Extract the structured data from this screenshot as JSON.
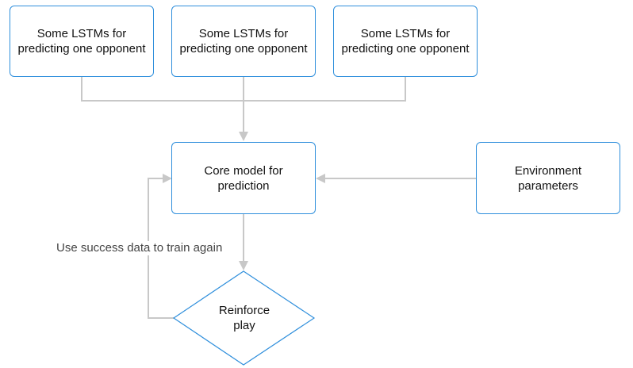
{
  "nodes": {
    "lstm_1": "Some LSTMs for predicting one opponent",
    "lstm_2": "Some LSTMs for predicting one opponent",
    "lstm_3": "Some LSTMs for predicting one opponent",
    "core": "Core model for prediction",
    "environment": "Environment parameters",
    "reinforce": "Reinforce play"
  },
  "edges": {
    "feedback_label": "Use success data to train again"
  },
  "colors": {
    "node_border": "#2f8fdc",
    "connector": "#c8c8c8",
    "text": "#111111"
  }
}
